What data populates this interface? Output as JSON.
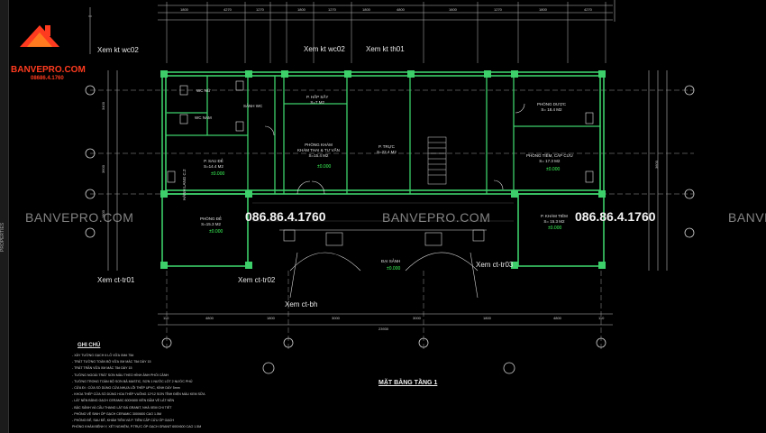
{
  "app": {
    "panel_label": "PROPERTIES"
  },
  "logo": {
    "brand": "BANVEPRO.COM",
    "phone": "08686.4.1760",
    "accent": "#ff3b1f"
  },
  "watermark": {
    "site": "BANVEPRO.COM",
    "phone": "086.86.4.1760"
  },
  "callouts": {
    "wc02": "Xem kt wc02",
    "wc02b": "Xem kt wc02",
    "th01": "Xem kt th01",
    "tr01": "Xem ct-tr01",
    "tr02": "Xem ct-tr02",
    "tr03": "Xem ct-tr03",
    "bh": "Xem ct-bh"
  },
  "rooms": {
    "wc_nu": "WC NỮ",
    "wc_nam": "WC NAM",
    "sanh_wc": "SẢNH WC",
    "sau_de": "P. SAU ĐẺ\nS=14.4 M2",
    "hap_say": "P. HẤP SẤY\nS=7 M2",
    "kham_thai": "PHÒNG KHÁM\nKHÁM THAI & TƯ VẤN\nS=15.4 M2",
    "truc": "P. TRỰC\nS=22.4 M2",
    "phong_duoc": "PHÒNG DƯỢC\nS= 18.4 M2",
    "tiem": "PHÒNG TIÊM, CẤP CỨU\nS= 17.3 M2",
    "phong_de": "PHÒNG ĐẺ\nS=15.3 M2",
    "kham_tiem": "P. KHÁM TIÊM\nS= 15.3 M2",
    "dai_sanh": "ĐẠI SẢNH",
    "hanh_lang": "HÀNH LANG C.2"
  },
  "levels": {
    "l1": "±0.000",
    "l2": "±0.000",
    "l3": "±0.000",
    "l4": "±0.000",
    "l5": "±0.000",
    "l6": "±0.000"
  },
  "dims_top": [
    "1800",
    "4270",
    "1270",
    "1800",
    "1270",
    "1800",
    "4800",
    "1600",
    "1270",
    "1800",
    "4270"
  ],
  "dims_bottom": [
    "110",
    "4800",
    "1800",
    "3000",
    "3000",
    "1800",
    "4800",
    "110"
  ],
  "dim_total": "23930",
  "dims_left": [
    "3400",
    "3600",
    "1800",
    "3600"
  ],
  "notes": {
    "title": "GHI CHÚ",
    "items": [
      "- XÂY TƯỜNG GẠCH 6 LỖ VỮA XM# 75#",
      "- TRÁT TƯỜNG TOÀN BỘ VỮA XM MÁC 75# DÀY 15",
      "- TRÁT TRẦN VỮA XM MÁC 75# DÀY 15",
      "- TƯỜNG NGOÀI TRÁT SƠN MÀU THEO HÌNH ẢNH PHỐI CẢNH",
      "- TƯỜNG TRONG TOÀN BỘ SƠN BẢ MASTIC, SƠN 1 NƯỚC LÓT 2 NƯỚC PHỦ",
      "- CỬA ĐI : CỬA SỔ DÙNG CỬA NHỰA LÕI THÉP UPVC, KÍNH DÀY 5mm",
      "- KHOA THÉP CỬA SỔ DÙNG HOA THÉP VUÔNG 12*12 SƠN TĨNH ĐIỆN MÀU KEM SỮA",
      "- LÁT NỀN BẰNG GẠCH CERAMIC 600X600 VIỀN ĐẦM VỀ LÁT NỀN",
      "- BẬC SẢNH VÀ CẦU THANG LÁT ĐÁ GRANIT, NHÀ XEM CHI TIẾT",
      "- PHÒNG VỆ SINH ỐP GẠCH CERAMIC 300X600 CAO 1.5M",
      "- PHÒNG ĐẺ, SAU ĐẺ, KHÁM TIÊM VÀ P. TIÊM CẤP CỨU ỐP GẠCH",
      "  PHÒNG KHÁM BỆNH Y, XÉT NGHIỆM, P.TRỰC ỐP GẠCH GRANIT 600X600 CAO 1.5M"
    ]
  },
  "plan_title": "MẶT BẰNG TẦNG 1",
  "colors": {
    "wall": "#3ccf6a",
    "dim": "#c8c8c8",
    "grid": "#d0d0d0",
    "text": "#e8e8e8"
  }
}
